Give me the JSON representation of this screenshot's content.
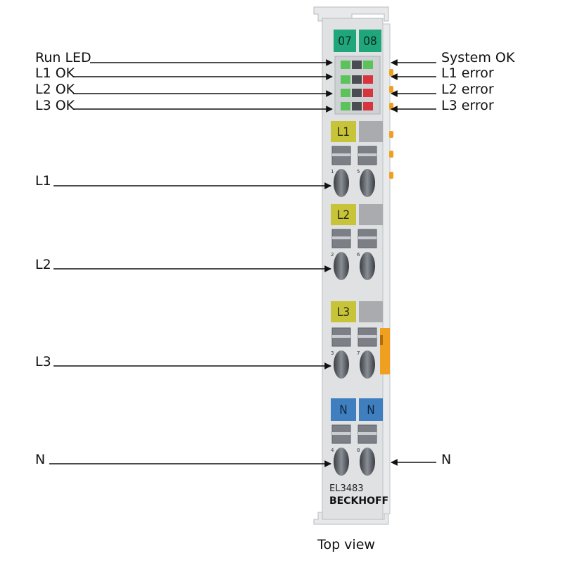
{
  "labels_left": {
    "run_led": "Run LED",
    "l1_ok": "L1 OK",
    "l2_ok": "L2 OK",
    "l3_ok": "L3 OK",
    "l1": "L1",
    "l2": "L2",
    "l3": "L3",
    "n": "N"
  },
  "labels_right": {
    "system_ok": "System OK",
    "l1_error": "L1 error",
    "l2_error": "L2 error",
    "l3_error": "L3 error",
    "n": "N"
  },
  "module": {
    "channel_a": "07",
    "channel_b": "08",
    "tag_l1": "L1",
    "tag_l2": "L2",
    "tag_l3": "L3",
    "tag_n_a": "N",
    "tag_n_b": "N",
    "pin_1": "1",
    "pin_5": "5",
    "pin_2": "2",
    "pin_6": "6",
    "pin_3": "3",
    "pin_7": "7",
    "pin_4": "4",
    "pin_8": "8",
    "model": "EL3483",
    "brand": "BECKHOFF"
  },
  "caption": "Top view",
  "colors": {
    "body": "#dfe1e3",
    "channel_green": "#1fa67a",
    "tag_yellow": "#c8c43a",
    "tag_blue": "#3f7fc0",
    "led_green": "#5cc35a",
    "led_red": "#d8343d",
    "contact_orange": "#f0a020",
    "line": "#111111"
  }
}
